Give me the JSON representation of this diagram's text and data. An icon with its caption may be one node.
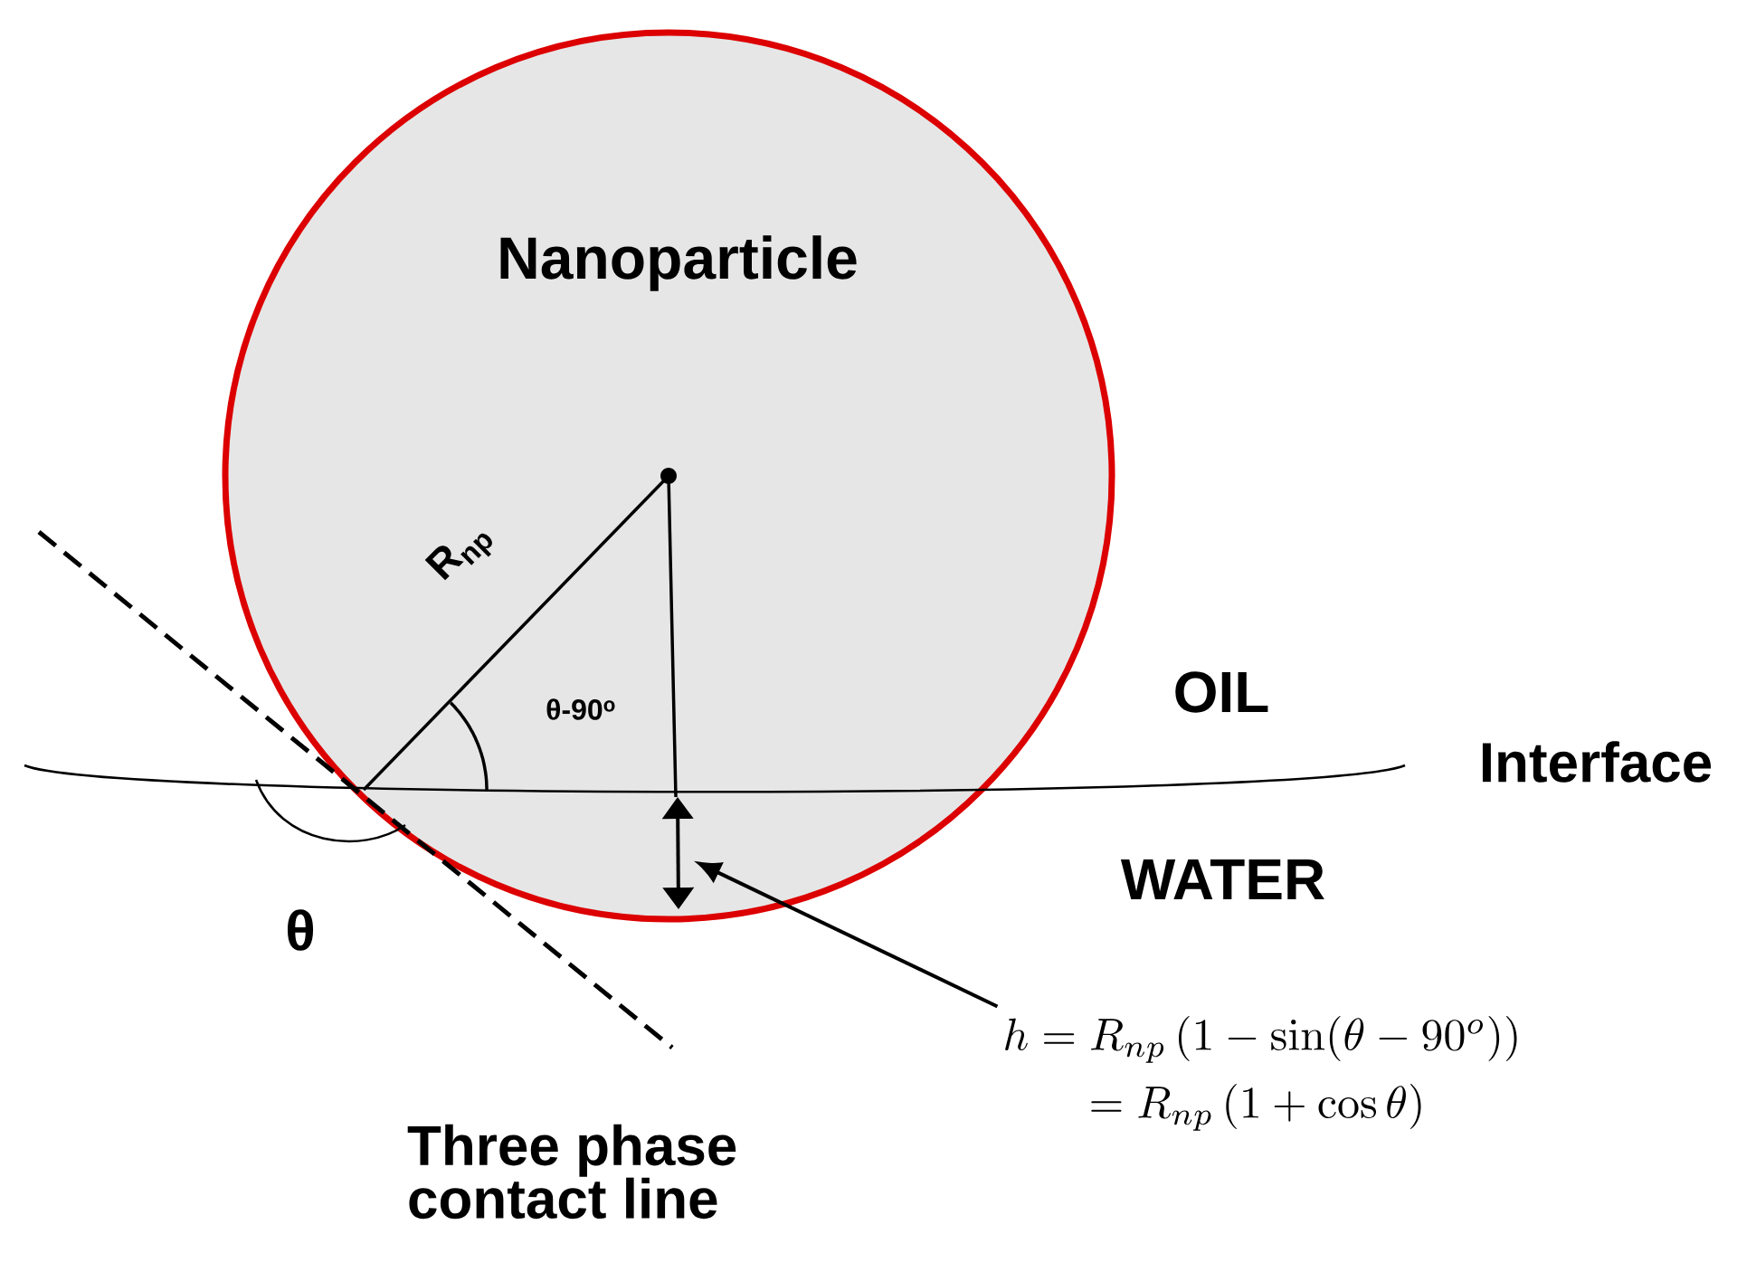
{
  "diagram": {
    "nodes": [
      {
        "text": [
          "Nanoparticle"
        ]
      },
      {
        "text": [
          "h=R_{np}\\left(1-\\sin(\\theta-90^{o})\\right)",
          "=R_{np}\\left(1+\\cos\\theta\\right)"
        ]
      },
      {
        "text": [],
        "shape": "arrow",
        "in": 0
      }
    ],
    "edges": [
      {
        "from": 1,
        "to": 2,
        "arrow": "to"
      }
    ],
    "labels": [
      "R$_{np}$",
      "θ-90$^{o}$",
      "OIL",
      "Interface",
      "WATER",
      "θ",
      "Three phase contact line"
    ]
  }
}
